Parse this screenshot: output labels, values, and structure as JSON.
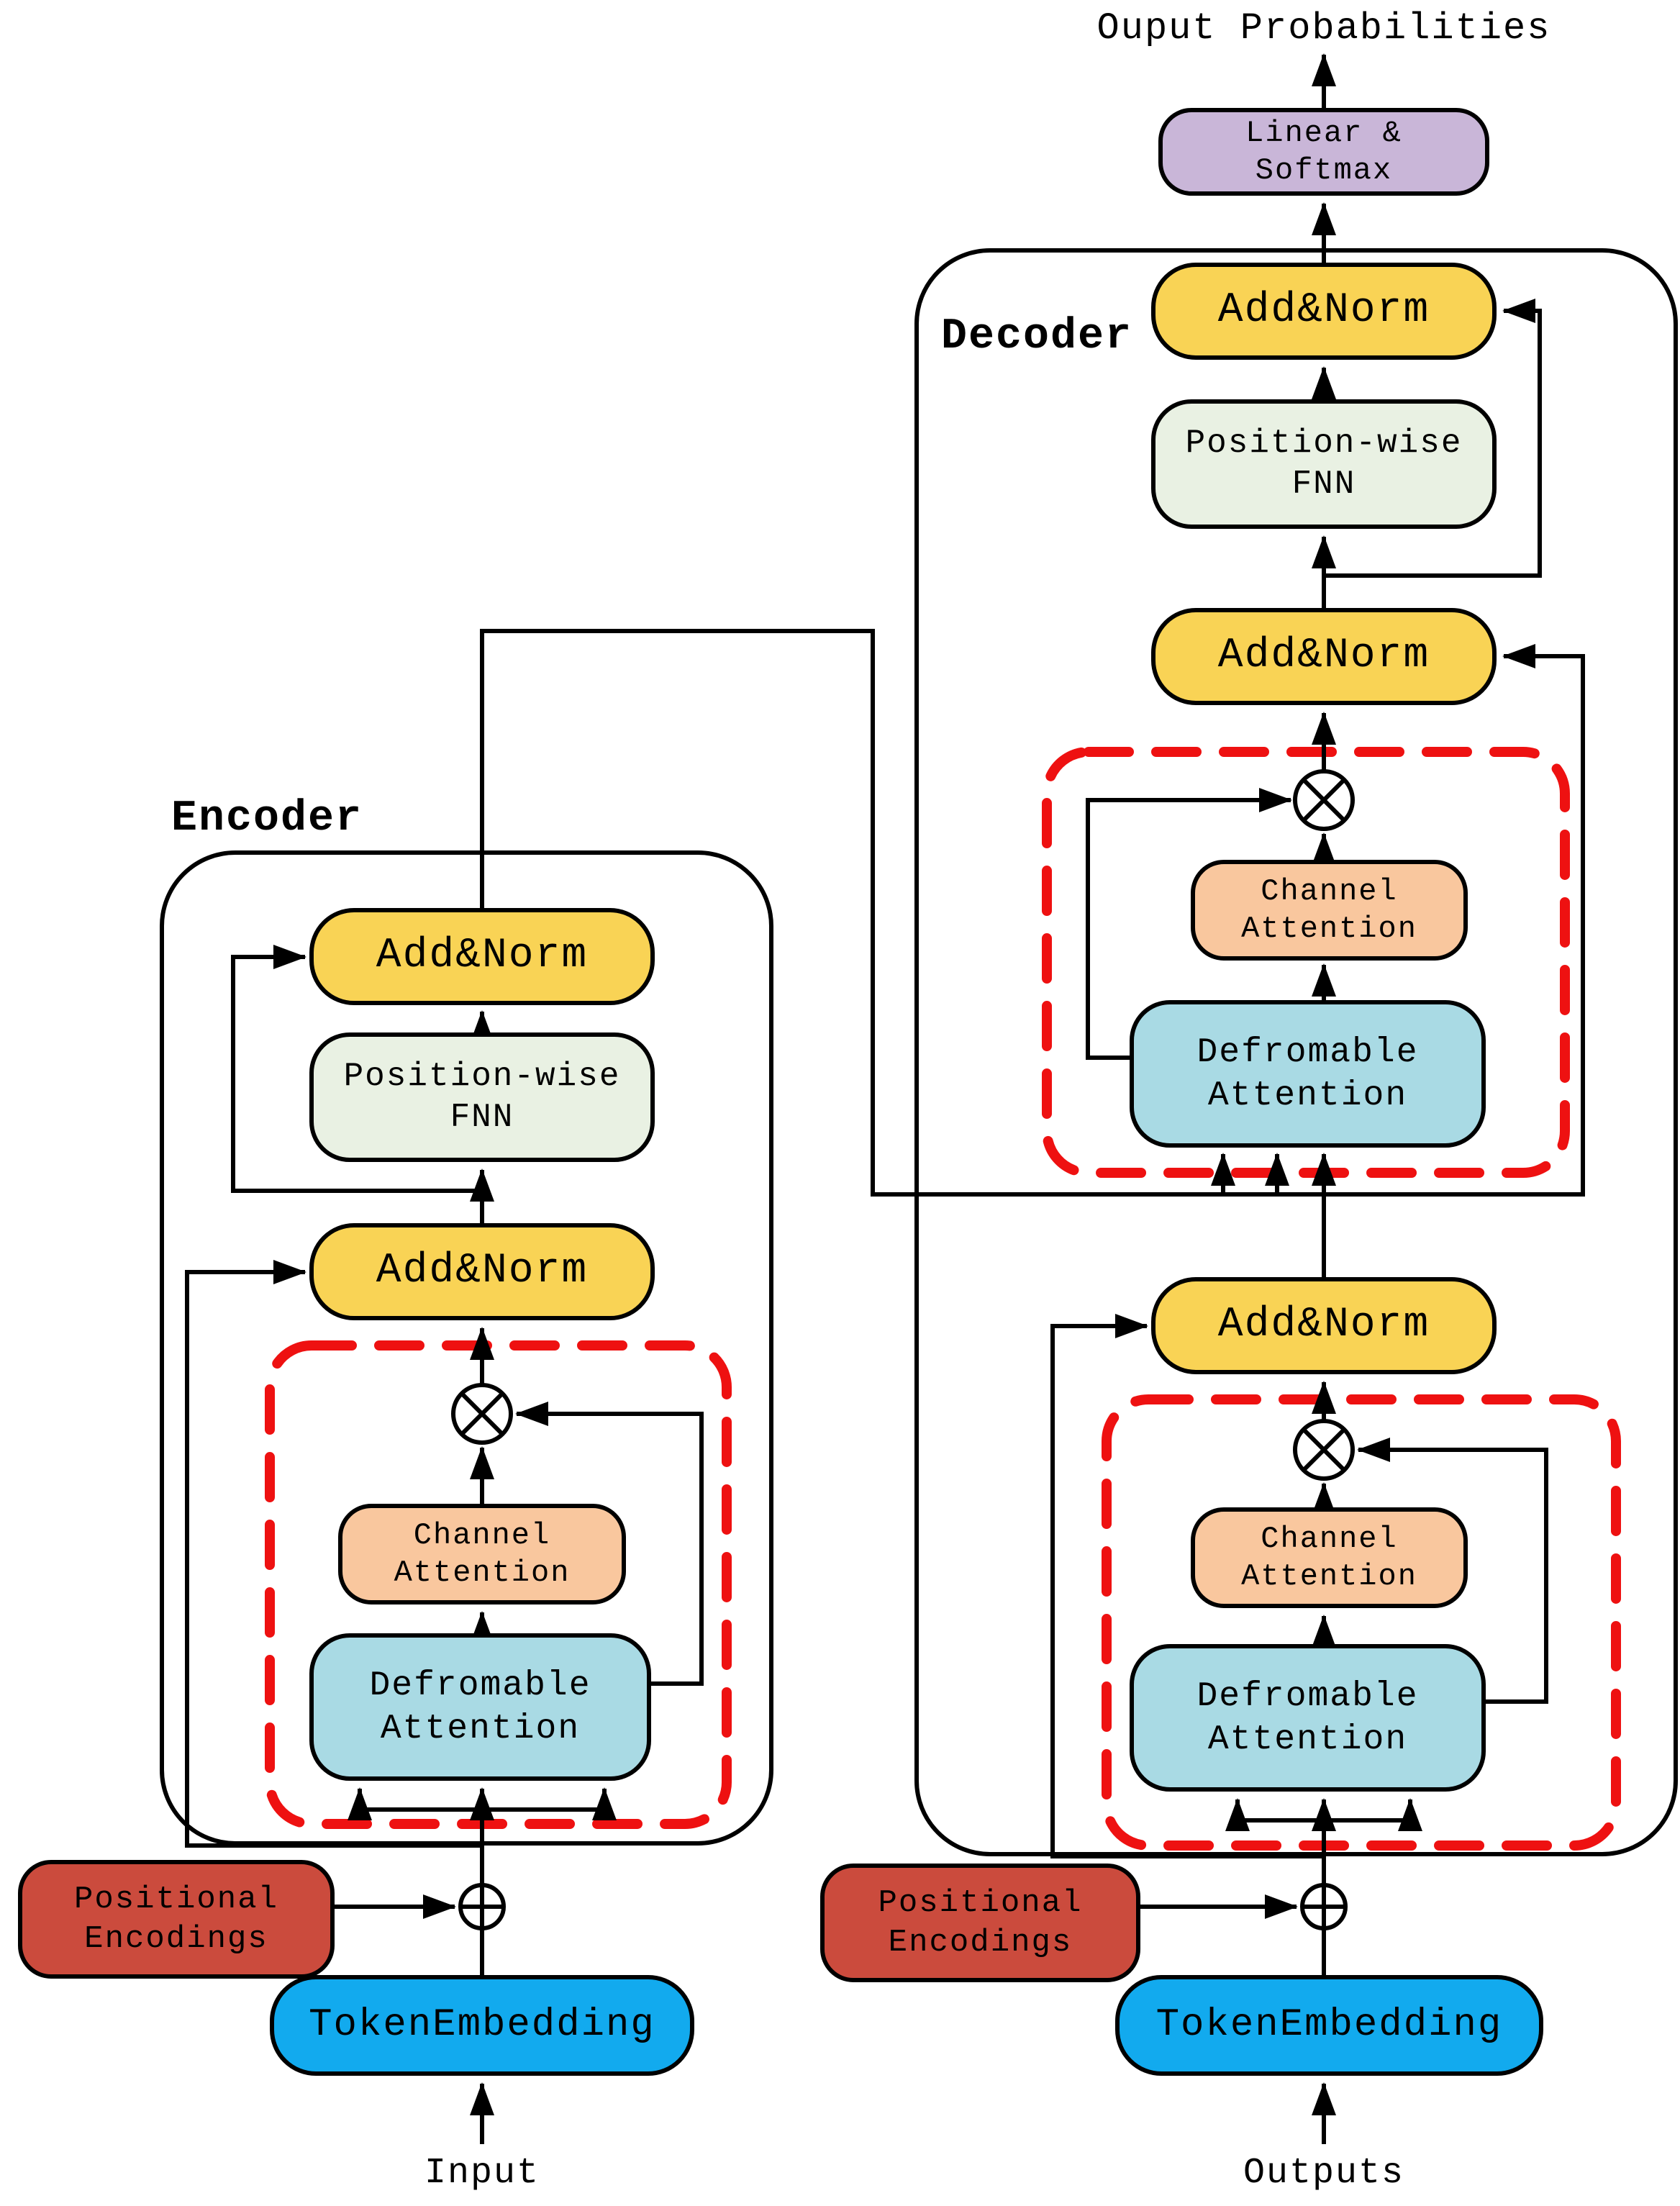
{
  "title": "Ouput Probabilities",
  "encoder": {
    "label": "Encoder",
    "add_norm_top": "Add&Norm",
    "fnn": [
      "Position-wise",
      "FNN"
    ],
    "add_norm_bottom": "Add&Norm",
    "channel_attention": [
      "Channel",
      "Attention"
    ],
    "deformable_attention": [
      "Defromable",
      "Attention"
    ],
    "positional_encodings": [
      "Positional",
      "Encodings"
    ],
    "token_embedding": "TokenEmbedding",
    "input_label": "Input"
  },
  "decoder": {
    "label": "Decoder",
    "linear_softmax": [
      "Linear &",
      "Softmax"
    ],
    "add_norm_top": "Add&Norm",
    "fnn": [
      "Position-wise",
      "FNN"
    ],
    "add_norm_mid": "Add&Norm",
    "cross_channel_attention": [
      "Channel",
      "Attention"
    ],
    "cross_deformable_attention": [
      "Defromable",
      "Attention"
    ],
    "add_norm_bottom": "Add&Norm",
    "self_channel_attention": [
      "Channel",
      "Attention"
    ],
    "self_deformable_attention": [
      "Defromable",
      "Attention"
    ],
    "positional_encodings": [
      "Positional",
      "Encodings"
    ],
    "token_embedding": "TokenEmbedding",
    "outputs_label": "Outputs"
  },
  "operators": {
    "multiply_symbol": "element-wise multiply (circle-cross)",
    "add_symbol": "element-wise add (circle-plus)"
  },
  "colors": {
    "add_norm_yellow": "#F9D355",
    "fnn_green": "#E9F1E3",
    "channel_orange": "#F9C79E",
    "deformable_blue": "#A9DAE4",
    "linear_purple": "#C9B6D8",
    "positional_red": "#CB4B3D",
    "token_blue": "#12AAEE",
    "dashed_red": "#EE1111",
    "line_black": "#000000"
  }
}
